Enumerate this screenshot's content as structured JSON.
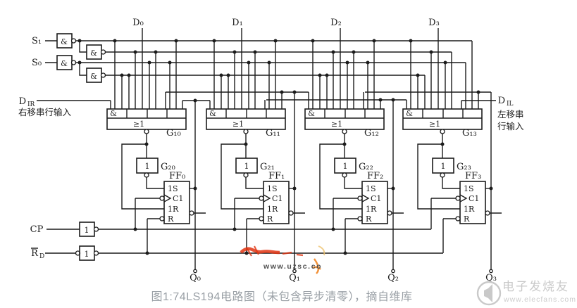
{
  "caption": "图1:74LS194电路图（未包含异步清零），摘自维库",
  "signals": {
    "s1": "S₁",
    "s0": "S₀",
    "cp": "CP",
    "rd_base": "R",
    "rd_sub": "D",
    "dir_base": "D",
    "dir_sub": "IR",
    "dir_desc": "右移串行输入",
    "dil_base": "D",
    "dil_sub": "IL",
    "dil_desc1": "左移串",
    "dil_desc2": "行输入",
    "d": [
      "D₀",
      "D₁",
      "D₂",
      "D₃"
    ],
    "q": [
      "Q₀",
      "Q₁",
      "Q₂",
      "Q₃"
    ]
  },
  "gates": {
    "and_label": "&",
    "or_label": "≥1",
    "inv_label": "1",
    "andor_names": [
      "G₁₀",
      "G₁₁",
      "G₁₂",
      "G₁₃"
    ],
    "inv_names": [
      "G₂₀",
      "G₂₁",
      "G₂₂",
      "G₂₃"
    ],
    "ff_names": [
      "FF₀",
      "FF₁",
      "FF₂",
      "FF₃"
    ],
    "pins": {
      "s": "1S",
      "c": "C1",
      "r1": "1R",
      "r": "R"
    }
  },
  "watermarks": {
    "uzsc": "www.uzsc.co",
    "elecfans_name": "电子发烧友",
    "elecfans_url": "www.elecfans.com"
  },
  "colors": {
    "background": "#ffffff",
    "ink": "#1c1c1c",
    "caption": "#9aa0a6",
    "watermark_gray": "#c9c9c9",
    "scribble_red": "#e03412",
    "scribble_orange": "#f07f16",
    "uzsc_gray": "#4f4f4f"
  }
}
